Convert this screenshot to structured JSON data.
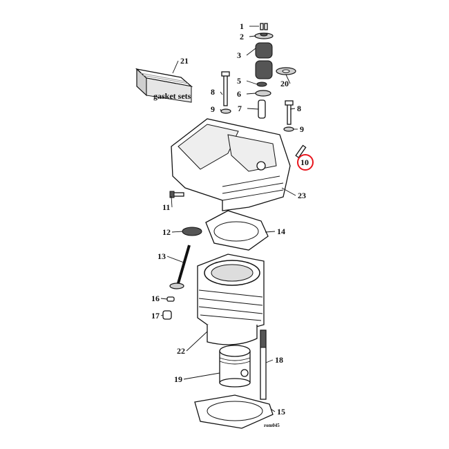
{
  "diagram": {
    "callouts": [
      {
        "id": "c1",
        "text": "1"
      },
      {
        "id": "c2",
        "text": "2"
      },
      {
        "id": "c3",
        "text": "3"
      },
      {
        "id": "c20",
        "text": "20"
      },
      {
        "id": "c21",
        "text": "21"
      },
      {
        "id": "c5",
        "text": "5"
      },
      {
        "id": "c6",
        "text": "6"
      },
      {
        "id": "c7",
        "text": "7"
      },
      {
        "id": "c8a",
        "text": "8"
      },
      {
        "id": "c9a",
        "text": "9"
      },
      {
        "id": "c8b",
        "text": "8"
      },
      {
        "id": "c9b",
        "text": "9"
      },
      {
        "id": "c10",
        "text": "10"
      },
      {
        "id": "c11",
        "text": "11"
      },
      {
        "id": "c23",
        "text": "23"
      },
      {
        "id": "c12",
        "text": "12"
      },
      {
        "id": "c14",
        "text": "14"
      },
      {
        "id": "c13",
        "text": "13"
      },
      {
        "id": "c16",
        "text": "16"
      },
      {
        "id": "c17",
        "text": "17"
      },
      {
        "id": "c22",
        "text": "22"
      },
      {
        "id": "c18",
        "text": "18"
      },
      {
        "id": "c19",
        "text": "19"
      },
      {
        "id": "c15",
        "text": "15"
      }
    ],
    "gasket_box_label": "gasket sets",
    "drawing_code": "rom045",
    "highlight_color": "#e8141c"
  }
}
